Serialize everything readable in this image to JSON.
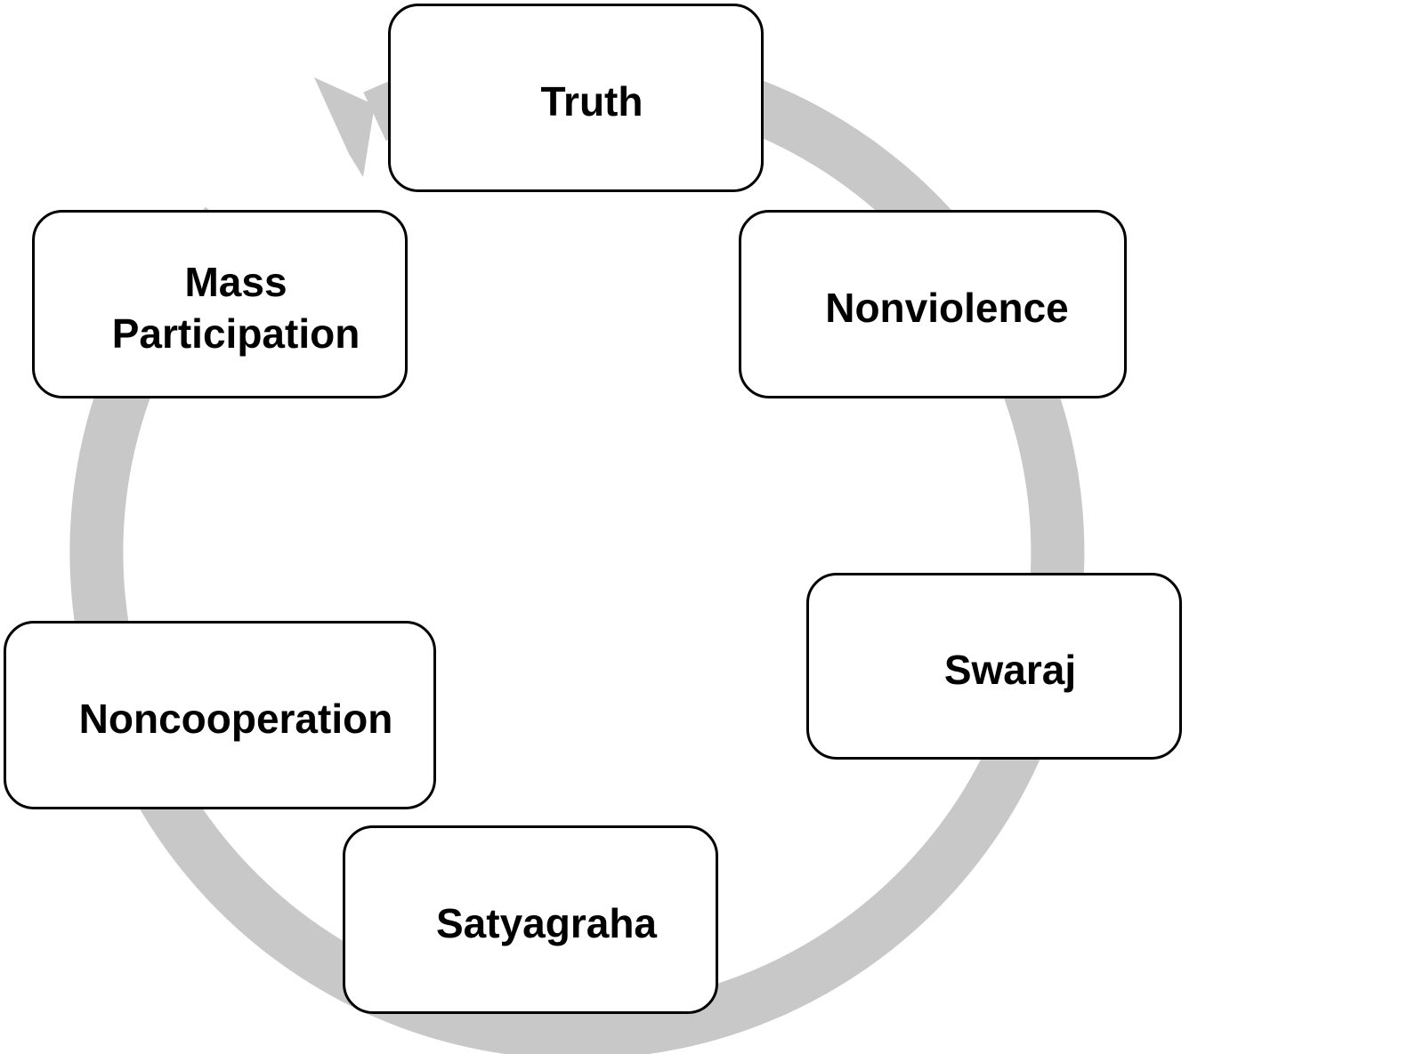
{
  "diagram": {
    "type": "cycle",
    "ring_color": "#c8c8c8",
    "box_border_color": "#000000",
    "box_fill_color": "#ffffff",
    "nodes": [
      {
        "id": "truth",
        "label": "Truth"
      },
      {
        "id": "nonviolence",
        "label": "Nonviolence"
      },
      {
        "id": "swaraj",
        "label": "Swaraj"
      },
      {
        "id": "satyagraha",
        "label": "Satyagraha"
      },
      {
        "id": "noncooperation",
        "label": "Noncooperation"
      },
      {
        "id": "mass-participation",
        "label": "Mass\nParticipation"
      }
    ]
  }
}
